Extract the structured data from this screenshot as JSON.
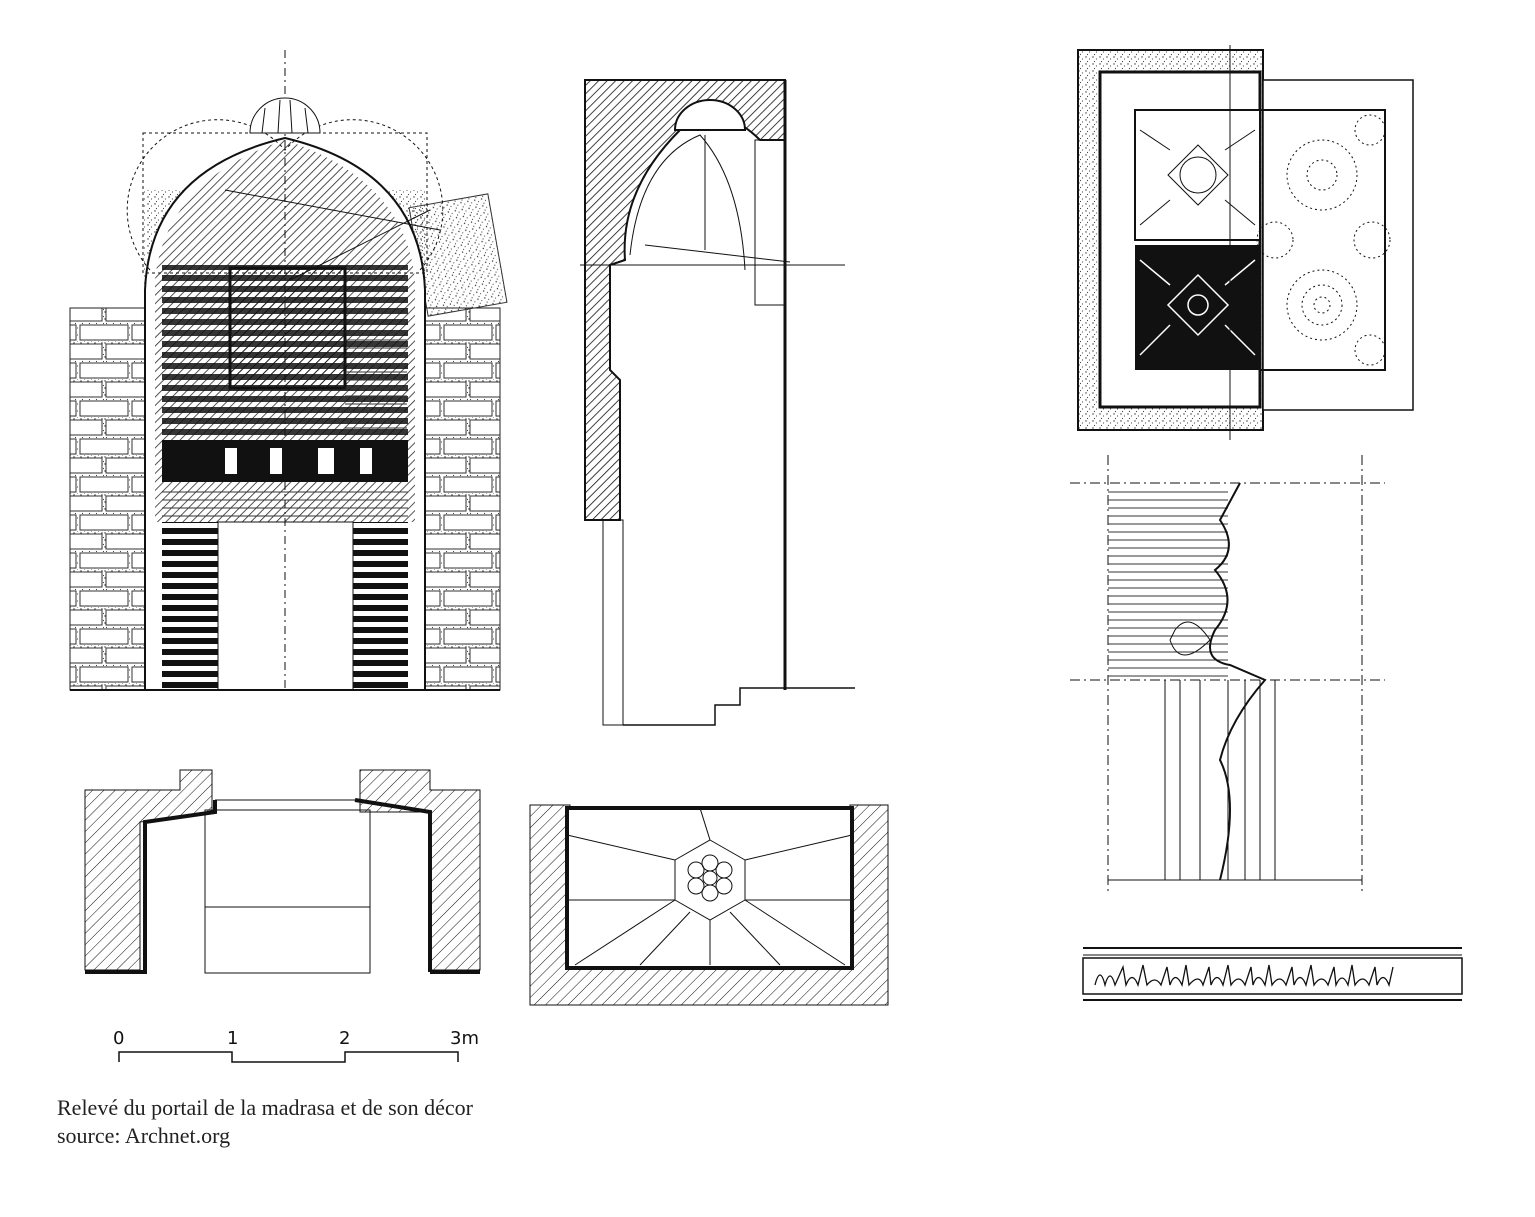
{
  "figure": {
    "scale_bar": {
      "labels": [
        "0",
        "1",
        "2",
        "3m"
      ],
      "unit": "m"
    },
    "caption": {
      "line1": "Relevé du portail de la madrasa et de son décor",
      "line2": "source: Archnet.org"
    },
    "colors": {
      "ink": "#111111",
      "paper": "#ffffff"
    }
  }
}
